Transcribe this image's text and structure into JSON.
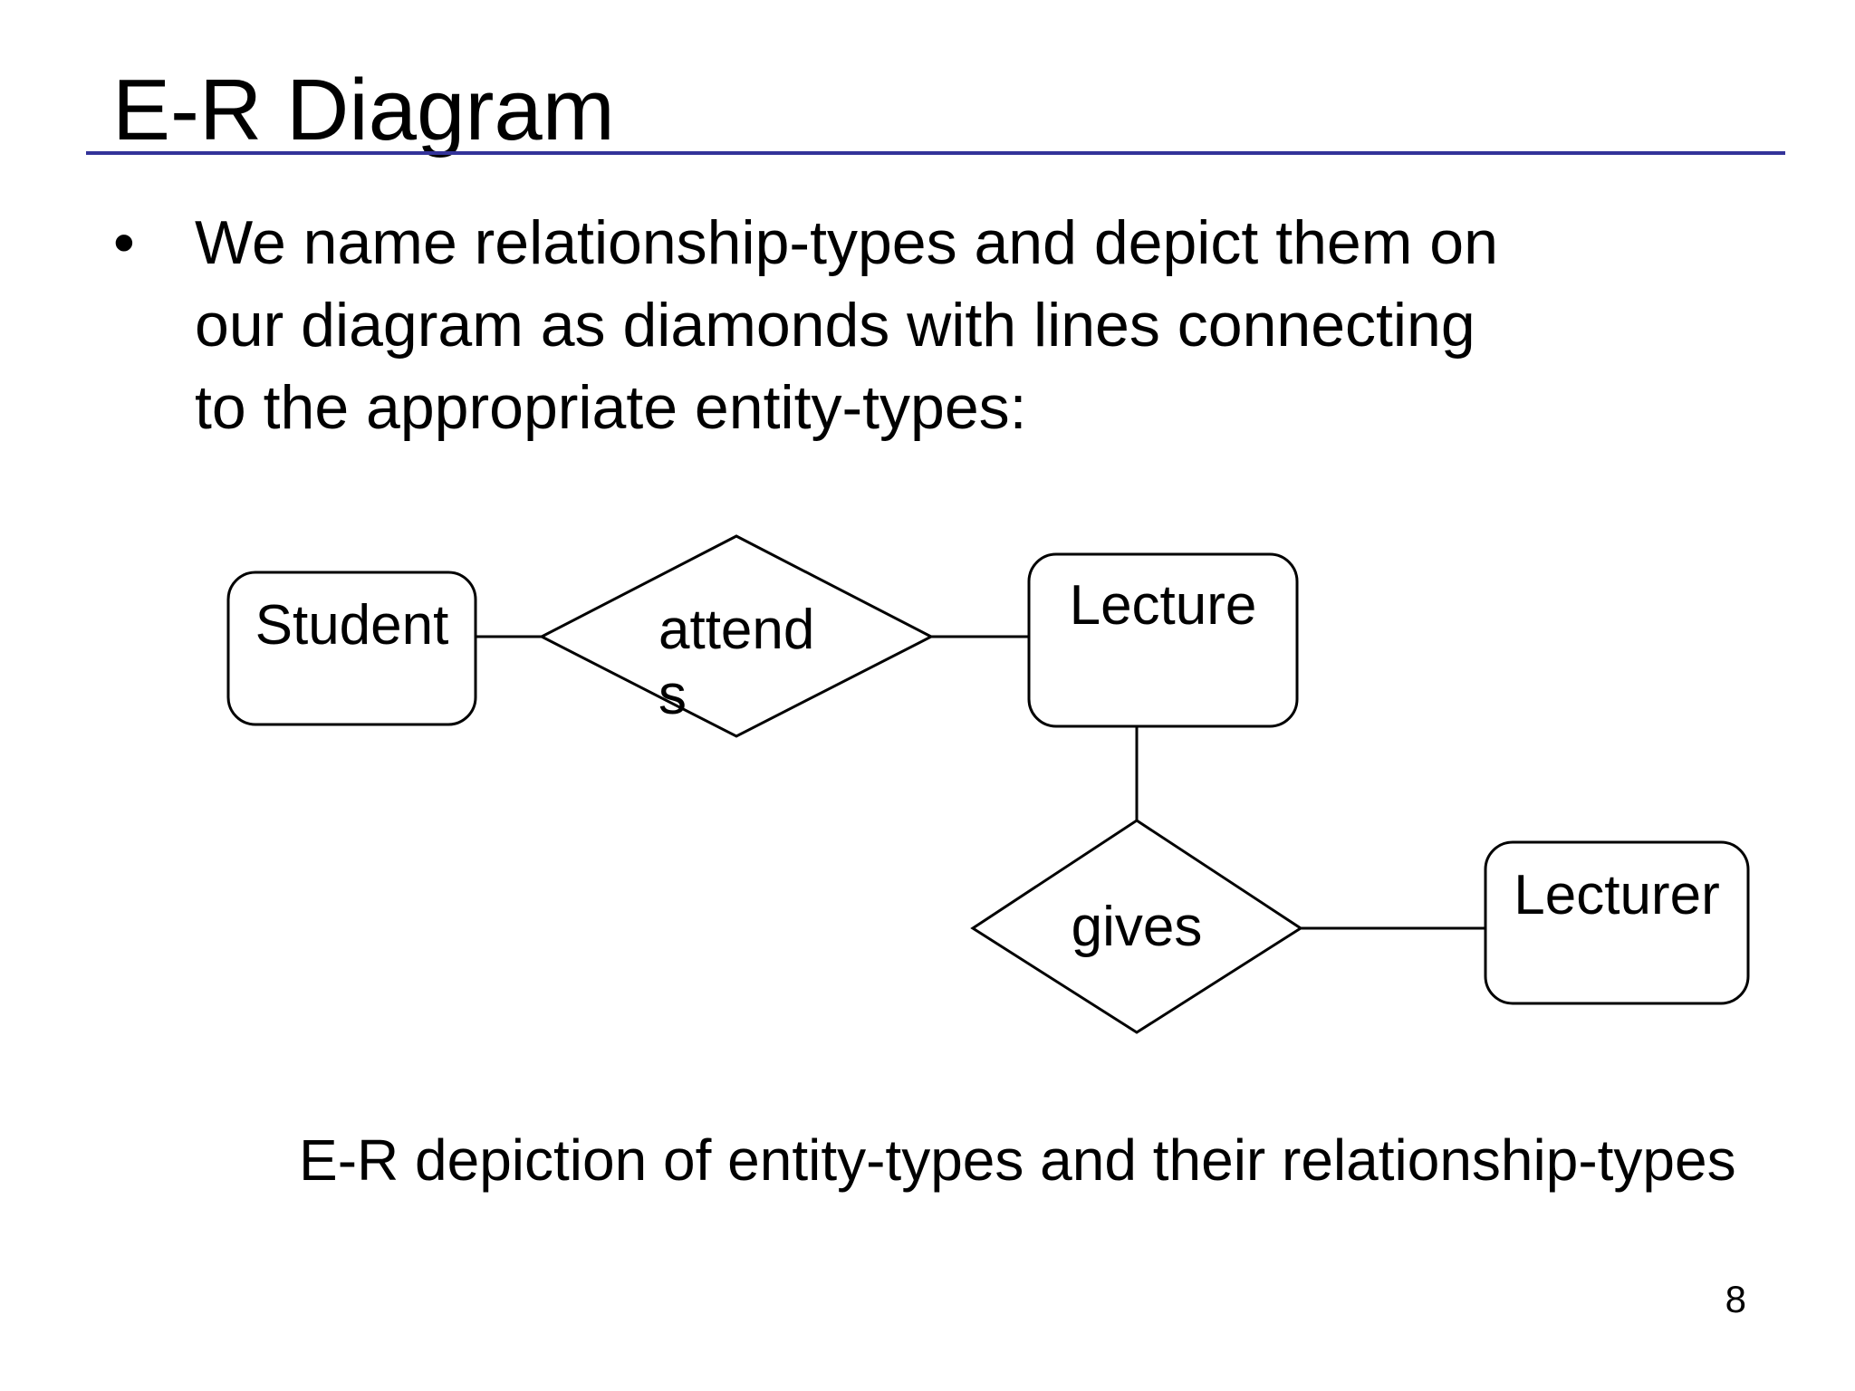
{
  "slide": {
    "title": "E-R Diagram",
    "accent_color": "#333399",
    "page_number": "8",
    "bullet": {
      "marker": "•",
      "text": "We name relationship-types and depict them on our diagram as diamonds with lines connecting to the appropriate entity-types:",
      "lines": [
        "We name relationship-types and depict them on",
        "our diagram as diamonds with lines connecting",
        "to the appropriate entity-types:"
      ]
    },
    "caption": "E-R depiction of entity-types and their relationship-types"
  },
  "diagram": {
    "entities": [
      {
        "id": "student",
        "label": "Student"
      },
      {
        "id": "lecture",
        "label": "Lecture"
      },
      {
        "id": "lecturer",
        "label": "Lecturer"
      }
    ],
    "relationships": [
      {
        "id": "attends",
        "label": "attends",
        "display_lines": [
          "attend",
          "s"
        ],
        "connects": [
          "Student",
          "Lecture"
        ]
      },
      {
        "id": "gives",
        "label": "gives",
        "display_lines": [
          "gives"
        ],
        "connects": [
          "Lecture",
          "Lecturer"
        ]
      }
    ]
  }
}
